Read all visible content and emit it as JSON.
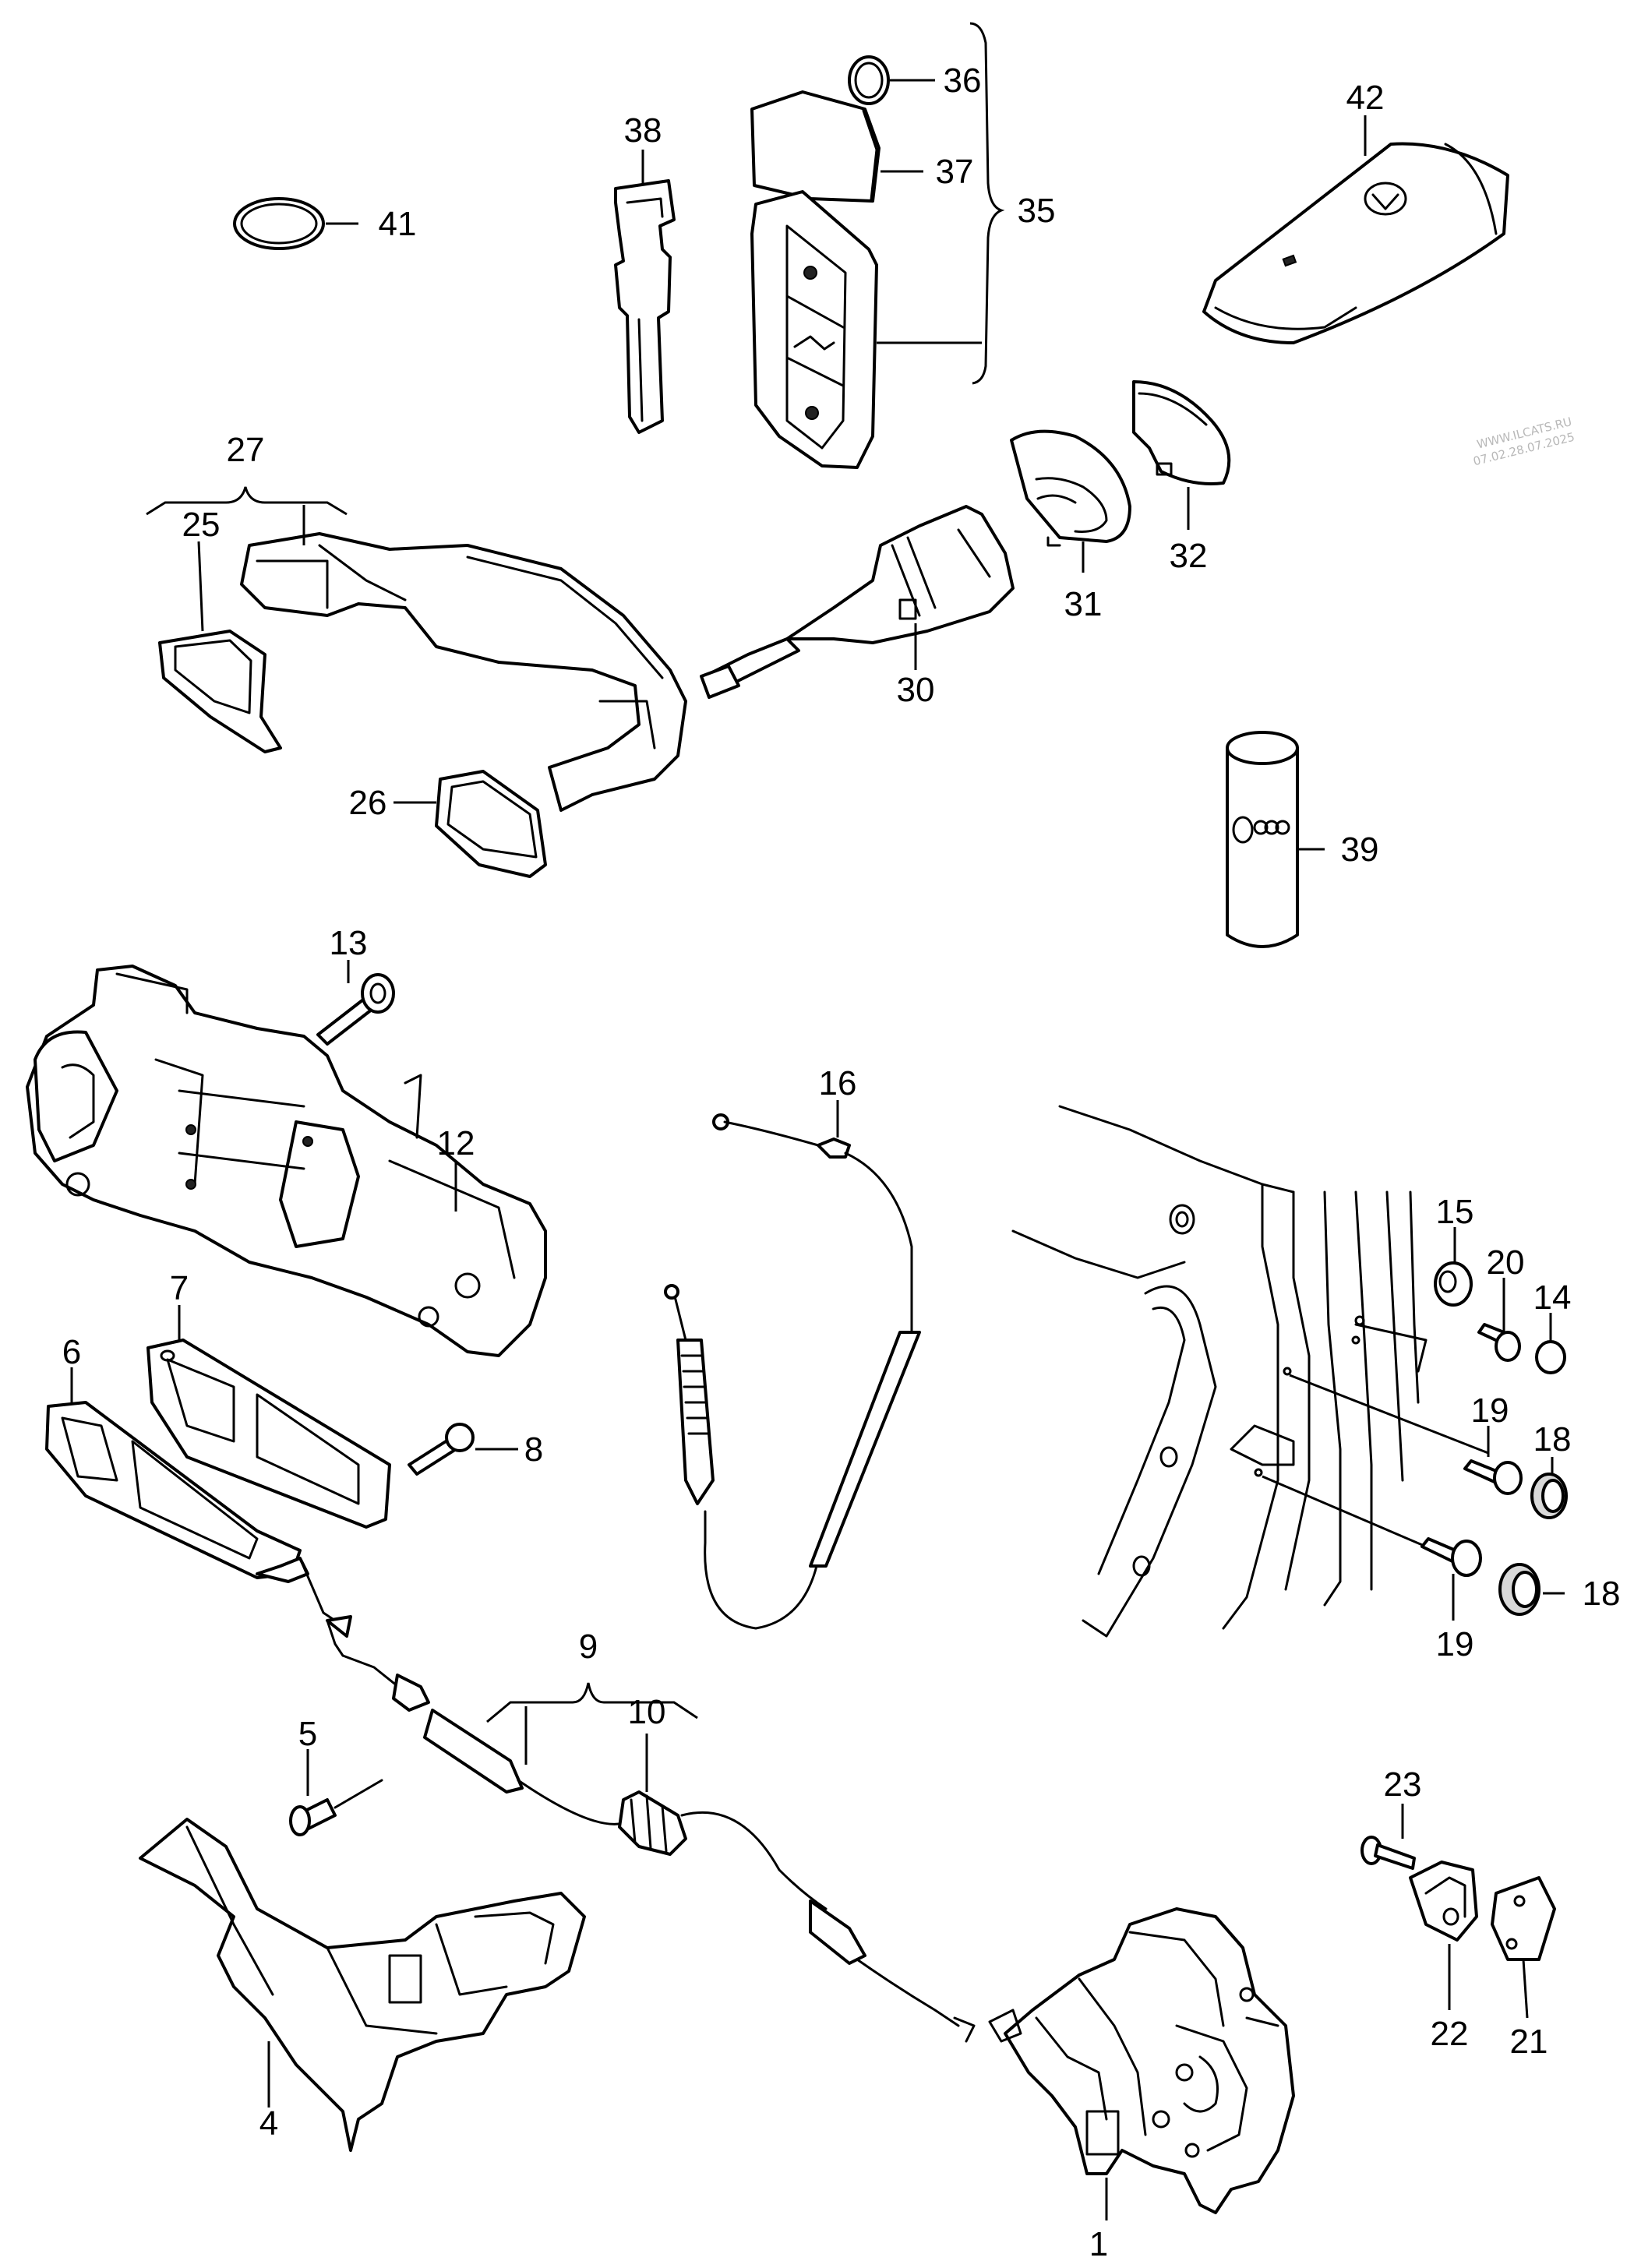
{
  "watermark": {
    "site": "WWW.ILCATS.RU",
    "date": "07.02.28.07.2025"
  },
  "callouts": {
    "c1": "1",
    "c4": "4",
    "c5": "5",
    "c6": "6",
    "c7": "7",
    "c8": "8",
    "c9": "9",
    "c10": "10",
    "c12": "12",
    "c13": "13",
    "c14": "14",
    "c15": "15",
    "c16": "16",
    "c18a": "18",
    "c18b": "18",
    "c19a": "19",
    "c19b": "19",
    "c20": "20",
    "c21": "21",
    "c22": "22",
    "c23": "23",
    "c25": "25",
    "c26": "26",
    "c27": "27",
    "c30": "30",
    "c31": "31",
    "c32": "32",
    "c35": "35",
    "c36": "36",
    "c37": "37",
    "c38": "38",
    "c39": "39",
    "c41": "41",
    "c42": "42"
  }
}
